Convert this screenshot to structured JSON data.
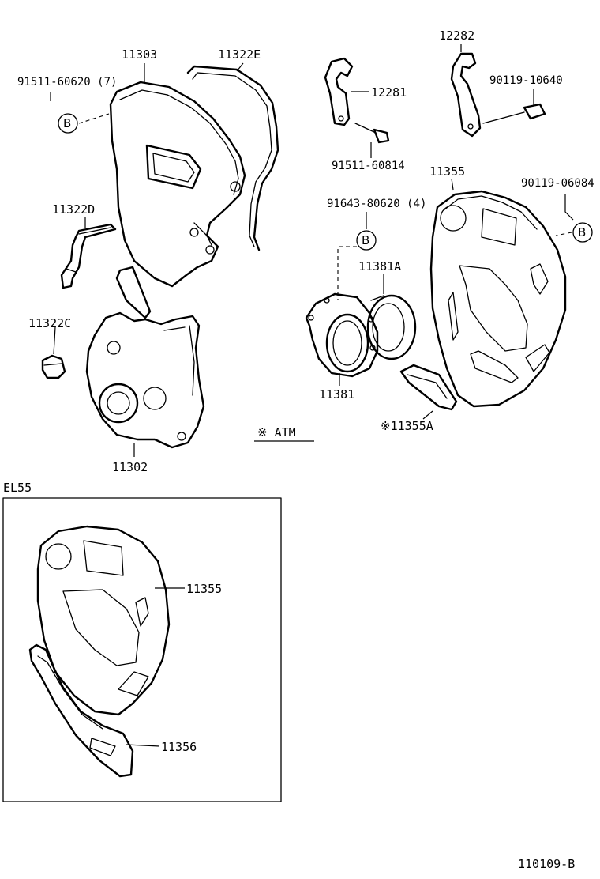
{
  "diagram": {
    "code": "110109-B",
    "section_label": "EL55",
    "atm_note": "※ ATM",
    "circled_ref": "B",
    "parts": {
      "p11303": "11303",
      "p11322E": "11322E",
      "p91511_60620": "91511-60620 (7)",
      "p11322D": "11322D",
      "p11322C": "11322C",
      "p11302": "11302",
      "p12282": "12282",
      "p12281": "12281",
      "p90119_10640": "90119-10640",
      "p91511_60814": "91511-60814",
      "p11355": "11355",
      "p90119_06084": "90119-06084",
      "p91643_80620": "91643-80620 (4)",
      "p11381A": "11381A",
      "p11381": "11381",
      "p11355A": "※11355A",
      "p11355_box": "11355",
      "p11356": "11356"
    }
  }
}
